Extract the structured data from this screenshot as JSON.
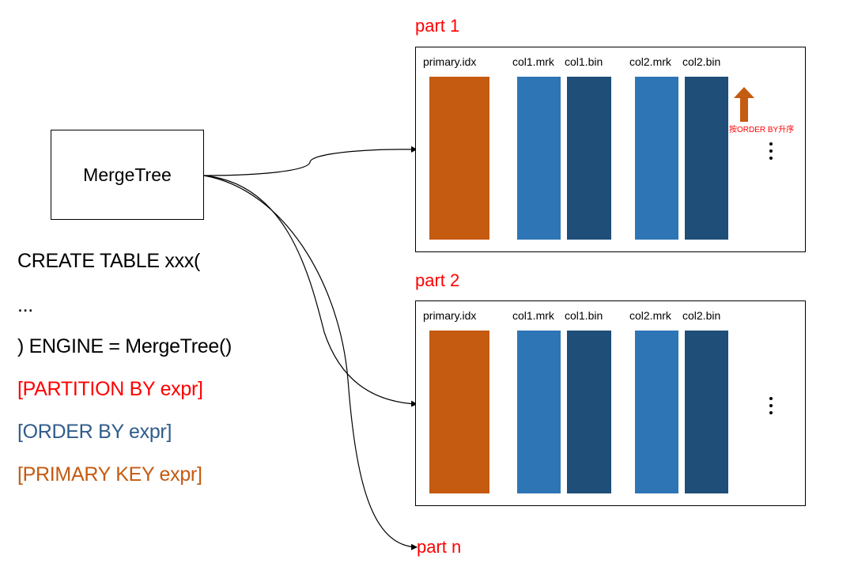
{
  "colors": {
    "red": "#ff0000",
    "blue_text": "#2f5c8a",
    "orange_text": "#c55a11",
    "primary_idx": "#c55a11",
    "mrk": "#2e75b6",
    "bin": "#1f4e79",
    "arrow": "#c55a11"
  },
  "engine_box": {
    "label": "MergeTree"
  },
  "sql": {
    "line1": "CREATE TABLE xxx(",
    "line2": "...",
    "line3": ") ENGINE = MergeTree()",
    "line4": "[PARTITION BY expr]",
    "line5": "[ORDER BY expr]",
    "line6": "[PRIMARY KEY expr]"
  },
  "parts": [
    {
      "label": "part 1",
      "files": [
        "primary.idx",
        "col1.mrk",
        "col1.bin",
        "col2.mrk",
        "col2.bin"
      ],
      "sort_note": "按ORDER BY升序"
    },
    {
      "label": "part 2",
      "files": [
        "primary.idx",
        "col1.mrk",
        "col1.bin",
        "col2.mrk",
        "col2.bin"
      ]
    }
  ],
  "part_n_label": "part n",
  "icons": {
    "sort_arrow": "up-arrow-icon",
    "more": "vertical-ellipsis-icon"
  }
}
